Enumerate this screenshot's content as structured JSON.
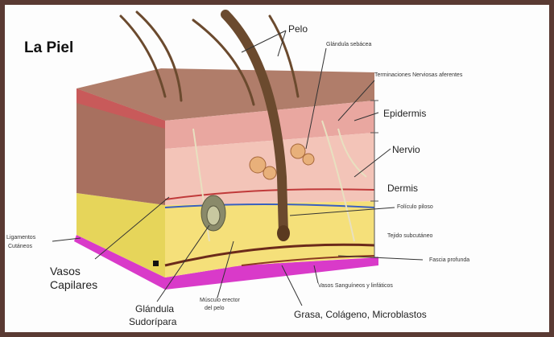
{
  "title": "La Piel",
  "labels": {
    "pelo": "Pelo",
    "glandula_sebacea": "Glándula sebácea",
    "terminaciones": "Terminaciones Nerviosas aferentes",
    "epidermis": "Epidermis",
    "nervio": "Nervio",
    "dermis": "Dermis",
    "foliculo": "Folículo piloso",
    "tejido": "Tejido subcutáneo",
    "fascia": "Fascia profunda",
    "ligamentos_1": "Ligamentos",
    "ligamentos_2": "Cutáneos",
    "vasos_capilares_1": "Vasos",
    "vasos_capilares_2": "Capilares",
    "glandula_sudoripara_1": "Glándula",
    "glandula_sudoripara_2": "Sudorípara",
    "musculo_1": "Músculo erector",
    "musculo_2": "del pelo",
    "vasos_sanguineos": "Vasos Sanguíneos y linfáticos",
    "grasa": "Grasa, Colágeno, Microblastos"
  },
  "colors": {
    "skin_top": "#b07d6a",
    "epidermis": "#e9a7a0",
    "dermis": "#f3c4b8",
    "subcutaneous": "#f5e07a",
    "fascia": "#d93ac9",
    "hair": "#6b4a2e"
  }
}
